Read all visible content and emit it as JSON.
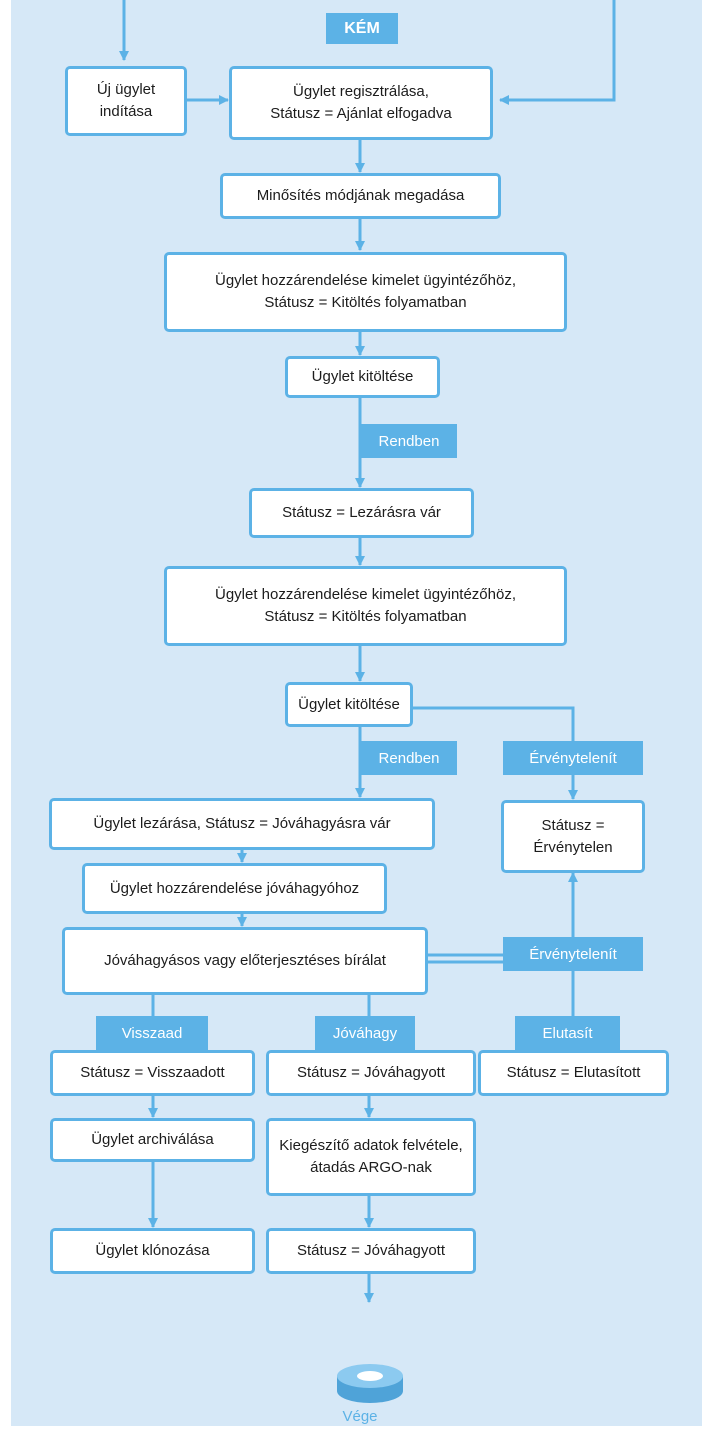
{
  "header": {
    "label": "KÉM"
  },
  "steps": {
    "new_deal": "Új ügylet\nindítása",
    "register": "Ügylet regisztrálása,\nStátusz = Ajánlat elfogadva",
    "rating_method": "Minősítés módjának megadása",
    "assign_1": "Ügylet hozzárendelése kimelet ügyintézőhöz,\nStátusz = Kitöltés folyamatban",
    "fill_1": "Ügylet kitöltése",
    "await_close": "Státusz = Lezárásra vár",
    "assign_2": "Ügylet hozzárendelése kimelet ügyintézőhöz,\nStátusz  = Kitöltés folyamatban",
    "fill_2": "Ügylet kitöltése",
    "invalid_status": "Státusz =\nÉrvénytelen",
    "close_deal": "Ügylet lezárása, Státusz = Jóváhagyásra vár",
    "assign_approver": "Ügylet hozzárendelése jóváhagyóhoz",
    "review": "Jóváhagyásos vagy előterjesztéses bírálat",
    "returned": "Státusz = Visszaadott",
    "approved": "Státusz = Jóváhagyott",
    "rejected": "Státusz = Elutasított",
    "archive": "Ügylet archiválása",
    "supplement": "Kiegészítő adatok felvétele,\nátadás ARGO-nak",
    "clone": "Ügylet klónozása",
    "approved_final": "Státusz = Jóváhagyott"
  },
  "labels": {
    "ok_1": "Rendben",
    "ok_2": "Rendben",
    "invalidate_1": "Érvénytelenít",
    "invalidate_2": "Érvénytelenít",
    "return": "Visszaad",
    "approve": "Jóváhagy",
    "reject": "Elutasít"
  },
  "end": {
    "label": "Vége"
  },
  "colors": {
    "accent": "#5cb2e6",
    "panel": "#d6e8f7"
  }
}
